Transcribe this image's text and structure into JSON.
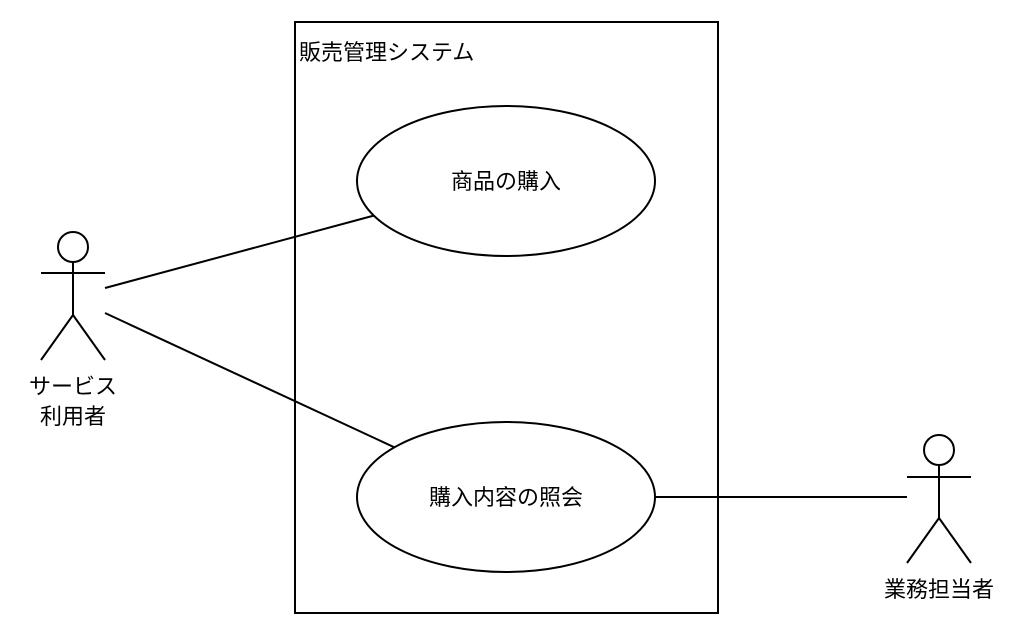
{
  "system": {
    "title": "販売管理システム"
  },
  "use_cases": {
    "purchase": "商品の購入",
    "inquiry": "購入内容の照会"
  },
  "actors": {
    "service_user_line1": "サービス",
    "service_user_line2": "利用者",
    "staff": "業務担当者"
  },
  "colors": {
    "stroke": "#000000",
    "background": "#ffffff"
  }
}
